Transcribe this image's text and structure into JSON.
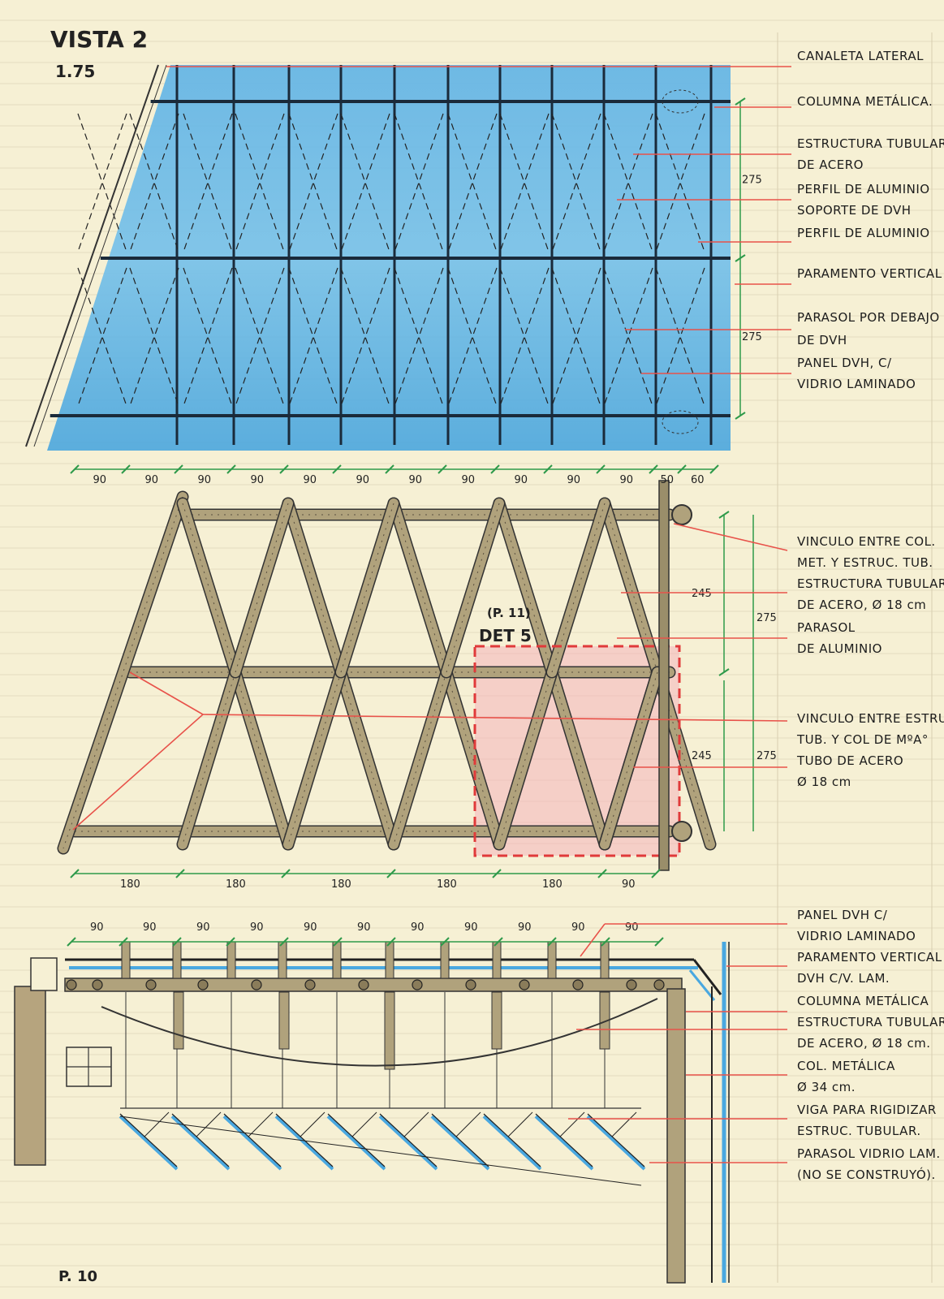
{
  "sheet": {
    "title": "VISTA 2",
    "scale": "1.75",
    "page": "P. 10"
  },
  "colors": {
    "paper": "#f6f0d4",
    "glass_blue": "#4aa8e0",
    "steel_tan": "#b0a27c",
    "leader_red": "#e8524a",
    "dimension_green": "#2e9a4a",
    "detail_pink": "#f4b4bc",
    "ink": "#1c1c1c"
  },
  "elevation": {
    "labels": [
      "CANALETA LATERAL",
      "COLUMNA METÁLICA.",
      "ESTRUCTURA TUBULAR",
      "DE ACERO",
      "PERFIL DE ALUMINIO",
      "SOPORTE DE DVH",
      "PERFIL DE ALUMINIO",
      "PARAMENTO VERTICAL",
      "PARASOL POR DEBAJO",
      "DE DVH",
      "PANEL DVH, C/",
      "VIDRIO LAMINADO"
    ],
    "vertical_dims": [
      "275",
      "275"
    ],
    "bottom_dims": [
      "90",
      "90",
      "90",
      "90",
      "90",
      "90",
      "90",
      "90",
      "90",
      "90",
      "90",
      "50",
      "60"
    ]
  },
  "structure": {
    "detail_ref": "(P. 11)",
    "detail_name": "DET 5",
    "labels": [
      "VINCULO ENTRE COL.",
      "MET. Y ESTRUC. TUB.",
      "ESTRUCTURA TUBULAR",
      "DE ACERO, Ø 18 cm",
      "PARASOL",
      "DE ALUMINIO",
      "VINCULO ENTRE ESTRUC.",
      "TUB. Y COL DE MºA°",
      "TUBO DE ACERO",
      "Ø 18 cm"
    ],
    "inner_dims": [
      "245",
      "245"
    ],
    "outer_dims": [
      "275",
      "275"
    ],
    "bottom_dims": [
      "180",
      "180",
      "180",
      "180",
      "180",
      "90"
    ]
  },
  "section": {
    "top_dims": [
      "90",
      "90",
      "90",
      "90",
      "90",
      "90",
      "90",
      "90",
      "90",
      "90",
      "90"
    ],
    "labels": [
      "PANEL DVH C/",
      "VIDRIO LAMINADO",
      "PARAMENTO VERTICAL",
      "DVH C/V. LAM.",
      "COLUMNA METÁLICA",
      "ESTRUCTURA TUBULAR",
      "DE ACERO, Ø 18 cm.",
      "COL. METÁLICA",
      "Ø 34 cm.",
      "VIGA PARA RIGIDIZAR",
      "ESTRUC. TUBULAR.",
      "PARASOL VIDRIO LAM.",
      "(NO SE CONSTRUYÓ)."
    ]
  }
}
